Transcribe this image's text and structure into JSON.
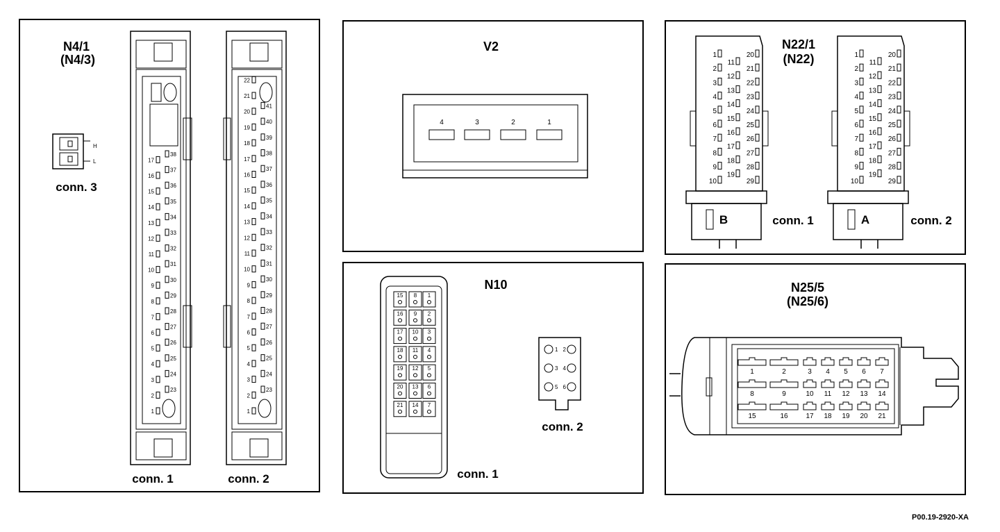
{
  "panels": {
    "n4": {
      "title": "N4/1",
      "subtitle": "(N4/3)",
      "conn1_label": "conn. 1",
      "conn2_label": "conn. 2",
      "conn3_label": "conn. 3",
      "conn3_pins": [
        "H",
        "L"
      ]
    },
    "v2": {
      "title": "V2",
      "pins": [
        "4",
        "3",
        "2",
        "1"
      ]
    },
    "n22": {
      "title": "N22/1",
      "subtitle": "(N22)",
      "conn1_label": "conn. 1",
      "conn2_label": "conn. 2",
      "conn1_letter": "B",
      "conn2_letter": "A"
    },
    "n10": {
      "title": "N10",
      "conn1_label": "conn. 1",
      "conn2_label": "conn. 2",
      "conn2_pins": [
        "1",
        "2",
        "3",
        "4",
        "5",
        "6"
      ]
    },
    "n25": {
      "title": "N25/5",
      "subtitle": "(N25/6)"
    }
  },
  "reference": "P00.19-2920-XA"
}
